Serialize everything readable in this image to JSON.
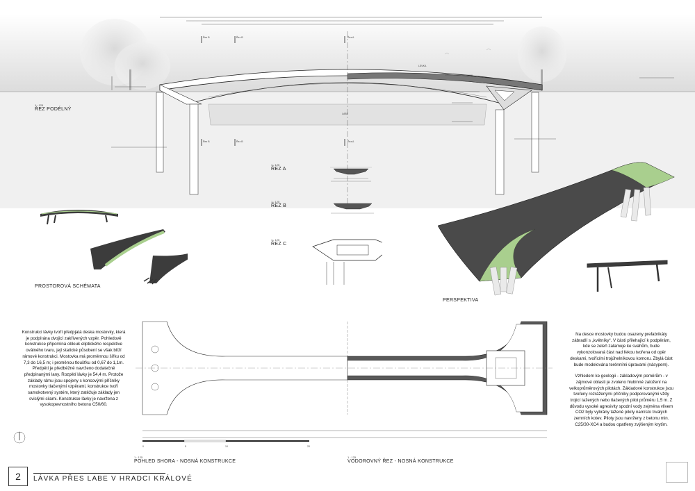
{
  "sheet": {
    "page_number": "2",
    "title": "LÁVKA PŘES LABE V HRADCI KRÁLOVÉ"
  },
  "views": {
    "longitudinal_section": {
      "scale": "1 : 125",
      "title": "ŘEZ PODÉLNÝ"
    },
    "spatial_schemes": {
      "title": "PROSTOROVÁ SCHÉMATA"
    },
    "section_a": {
      "scale": "1 : 125",
      "title": "ŘEZ A"
    },
    "section_b": {
      "scale": "1 : 125",
      "title": "ŘEZ B"
    },
    "section_c": {
      "scale": "1 : 125",
      "title": "ŘEZ C"
    },
    "perspective": {
      "title": "PERSPEKTIVA"
    },
    "plan_top": {
      "scale": "1 : 125",
      "title": "POHLED SHORA - NOSNÁ KONSTRUKCE"
    },
    "plan_horizontal_section": {
      "scale": "1 : 125",
      "title": "VODOROVNÝ ŘEZ - NOSNÁ KONSTRUKCE"
    }
  },
  "drawing_labels": {
    "river": "LABE",
    "footbridge": "LÁVKA",
    "cut_a": "Řez A",
    "cut_b": "Řez B",
    "scale_bar_ticks": [
      "0",
      "5",
      "10",
      "20"
    ]
  },
  "descriptions": {
    "left": "Konstrukci lávky tvoří předpjatá deska mostovky, která je podpírána dvojicí zakřivených vzpěr. Pohledově konstrukce připomíná oblouk eliptického respektive oválného tvaru, její statické působení se však blíží rámové konstrukci. Mostovka má proměnnou šířku od 7,3 do 16,5 m; i proměnou tloušťku od 0,67 do 1,1m. Předpětí je předběžně navrženo dodatečně předpínanými lany. Rozpětí lávky je 54,4 m. Protože základy rámu jsou spojeny s koncovými příčníky mostovky tlačenými vzpěrami, konstrukce tvoří samokotvený systém, který zatěžuje základy jen svislými silami. Konstrukce lávky je navržena z vysokopevnostního betonu C50/60.",
    "right_1": "Na desce mostovky budou osazeny prefabrikáty zábradlí s „květníky“. V části přilehající k podpěrám, kde se zeleň zalamuje ke svahům, bude vykonzolovaná část nad řekou tvořena od opěr deskami, tvořícími trojúhelníkovou komoru. Zbylá část bude modelována terénními úpravami (násypem).",
    "right_2": "Vzhledem ke geologii - základovým poměrům - v zájmové oblasti je zvoleno hlubinné založení na velkoprůměrových pilotách. Základové konstrukce jsou tvořeny rozráženými příčníky podporovanými vždy trojicí tažených nebo tlačených pilot průměru 1,5 m. Z důvodu vysoké agresivity spodní vody zejména vlivem CO2 byly vybrány tažené piloty namísto trvalých zemních kotev. Piloty jsou navrženy z betonu min. C25/30-XC4 a budou opatřeny zvýšeným krytím."
  },
  "colors": {
    "deck_dark": "#3c3c3c",
    "green_planting": "#a9cf8e",
    "river_fill": "#e6e6e6",
    "line": "#333333"
  }
}
